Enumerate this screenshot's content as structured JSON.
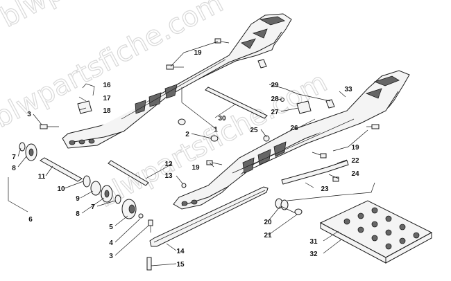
{
  "watermark": "blwpartsfiche.com",
  "callouts": [
    "1",
    "2",
    "3",
    "4",
    "5",
    "6",
    "7",
    "8",
    "9",
    "10",
    "11",
    "12",
    "13",
    "14",
    "15",
    "16",
    "17",
    "18",
    "19",
    "20",
    "21",
    "22",
    "23",
    "24",
    "25",
    "26",
    "27",
    "28",
    "29",
    "30",
    "31",
    "32",
    "33"
  ],
  "colors": {
    "ink": "#111111",
    "part_fill": "#f4f4f4",
    "shade": "#666666",
    "watermark": "#d9d9d9"
  }
}
